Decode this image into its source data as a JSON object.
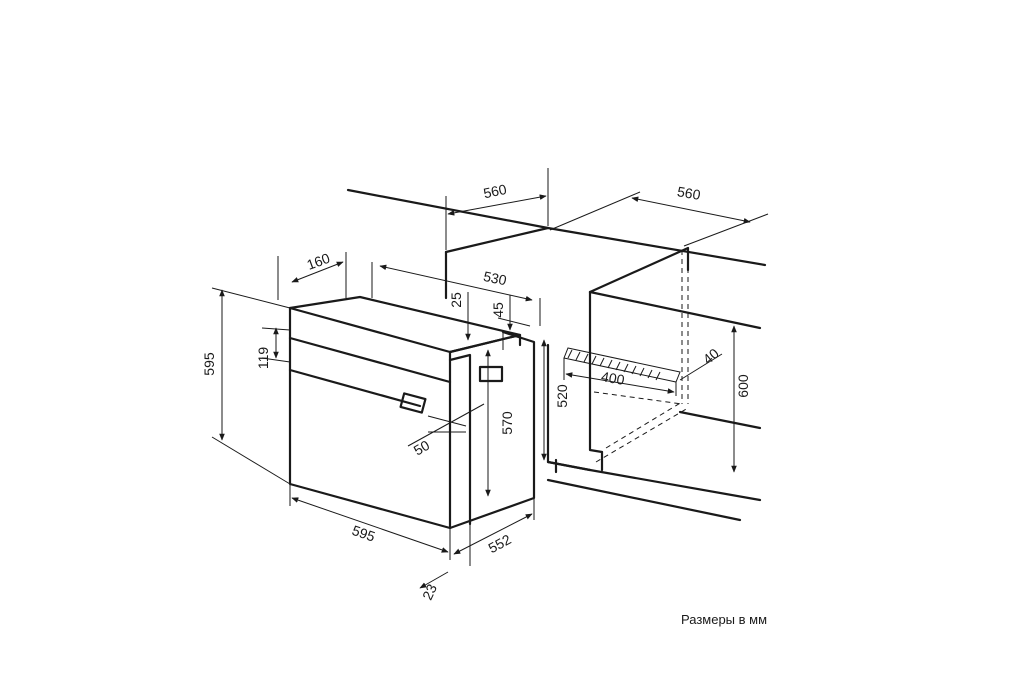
{
  "caption": "Размеры в мм",
  "oven": {
    "dim_width": "595",
    "dim_height": "595",
    "dim_depth": "552",
    "dim_body_depth": "530",
    "dim_body_height": "570",
    "dim_door": "23",
    "dim_panel": "119",
    "dim_top_offset": "160",
    "dim_25": "25",
    "dim_45": "45",
    "dim_50": "50"
  },
  "cabinets": {
    "undercounter_depth": "560",
    "undercounter_height": "520",
    "column_depth": "560",
    "column_height": "600",
    "vent_width": "400",
    "vent_depth": "40"
  }
}
